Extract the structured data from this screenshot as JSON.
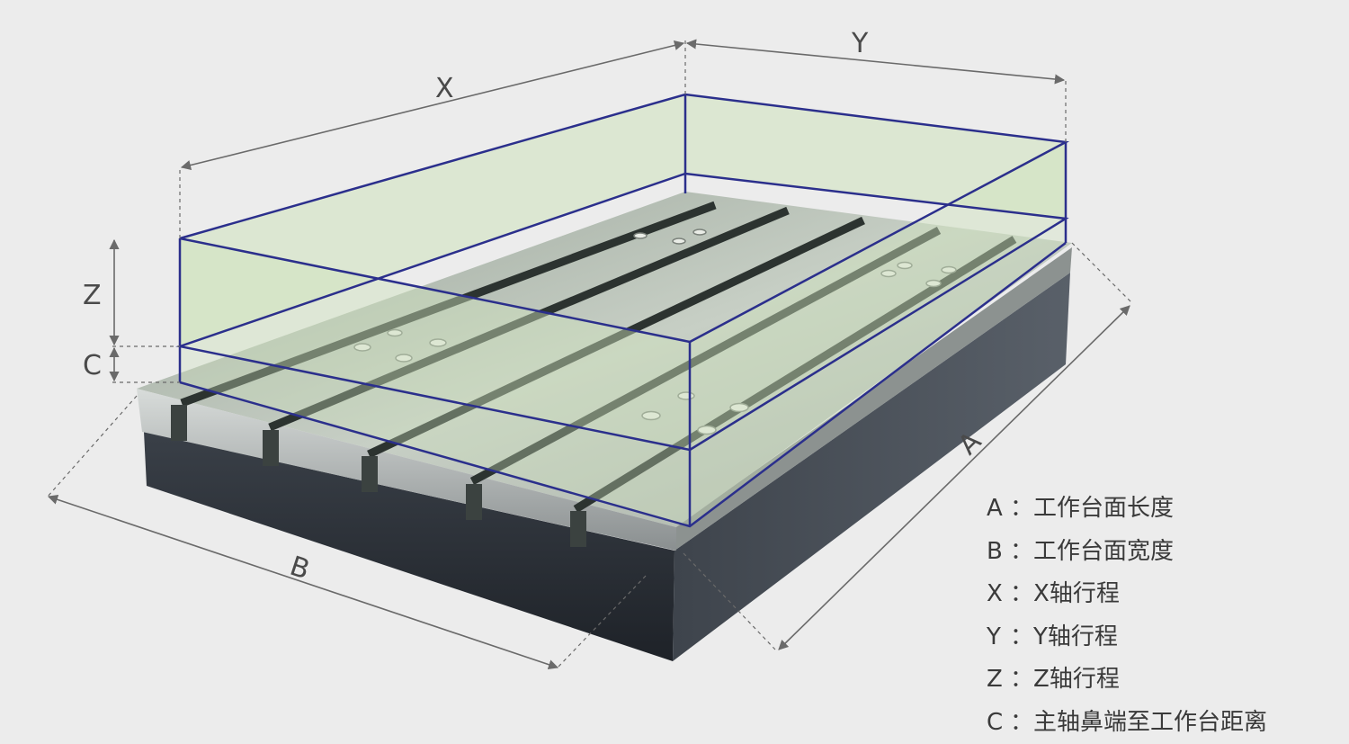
{
  "dimensions": {
    "x": "X",
    "y": "Y",
    "z": "Z",
    "c": "C",
    "a": "A",
    "b": "B"
  },
  "legend": [
    {
      "key": "A",
      "sep": "：",
      "text": "工作台面长度"
    },
    {
      "key": "B",
      "sep": "：",
      "text": "工作台面宽度"
    },
    {
      "key": "X",
      "sep": "：",
      "text": "X轴行程"
    },
    {
      "key": "Y",
      "sep": "：",
      "text": "Y轴行程"
    },
    {
      "key": "Z",
      "sep": "：",
      "text": "Z轴行程"
    },
    {
      "key": "C",
      "sep": "：",
      "text": "主轴鼻端至工作台距离"
    }
  ],
  "colors": {
    "background": "#ececec",
    "travel_box_stroke": "#2b2f8c",
    "travel_box_fill": "#cfe3bd",
    "table_top": "#b7c2b4",
    "table_base": "#2a2f38",
    "dimension_line": "#6a6a6a"
  }
}
